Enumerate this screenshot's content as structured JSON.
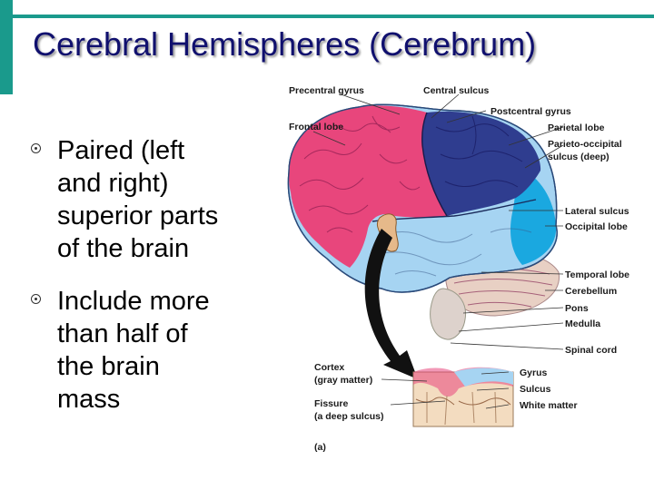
{
  "slide": {
    "title": "Cerebral Hemispheres (Cerebrum)",
    "bullets": [
      [
        "Paired (left",
        "and right)",
        "superior parts",
        "of the brain"
      ],
      [
        "Include more",
        "than half of",
        "the brain",
        "mass"
      ]
    ]
  },
  "diagram": {
    "labels": {
      "precentral_gyrus": "Precentral gyrus",
      "central_sulcus": "Central sulcus",
      "postcentral_gyrus": "Postcentral gyrus",
      "frontal_lobe": "Frontal lobe",
      "parietal_lobe": "Parietal lobe",
      "parieto_occipital_1": "Parieto-occipital",
      "parieto_occipital_2": "sulcus (deep)",
      "lateral_sulcus": "Lateral sulcus",
      "occipital_lobe": "Occipital lobe",
      "temporal_lobe": "Temporal lobe",
      "cerebellum": "Cerebellum",
      "pons": "Pons",
      "medulla": "Medulla",
      "spinal_cord": "Spinal cord",
      "cortex_1": "Cortex",
      "cortex_2": "(gray matter)",
      "fissure_1": "Fissure",
      "fissure_2": "(a deep sulcus)",
      "gyrus": "Gyrus",
      "sulcus": "Sulcus",
      "white_matter": "White matter",
      "panel": "(a)"
    }
  },
  "colors": {
    "accent": "#1a9a8c",
    "title": "#10106e",
    "frontal": "#e8467c",
    "parietal": "#2f3d8f",
    "occipital": "#1aa8e0",
    "temporal": "#a6d4f2",
    "cerebellum": "#e8d0c4",
    "white_matter": "#f3dcc0"
  }
}
